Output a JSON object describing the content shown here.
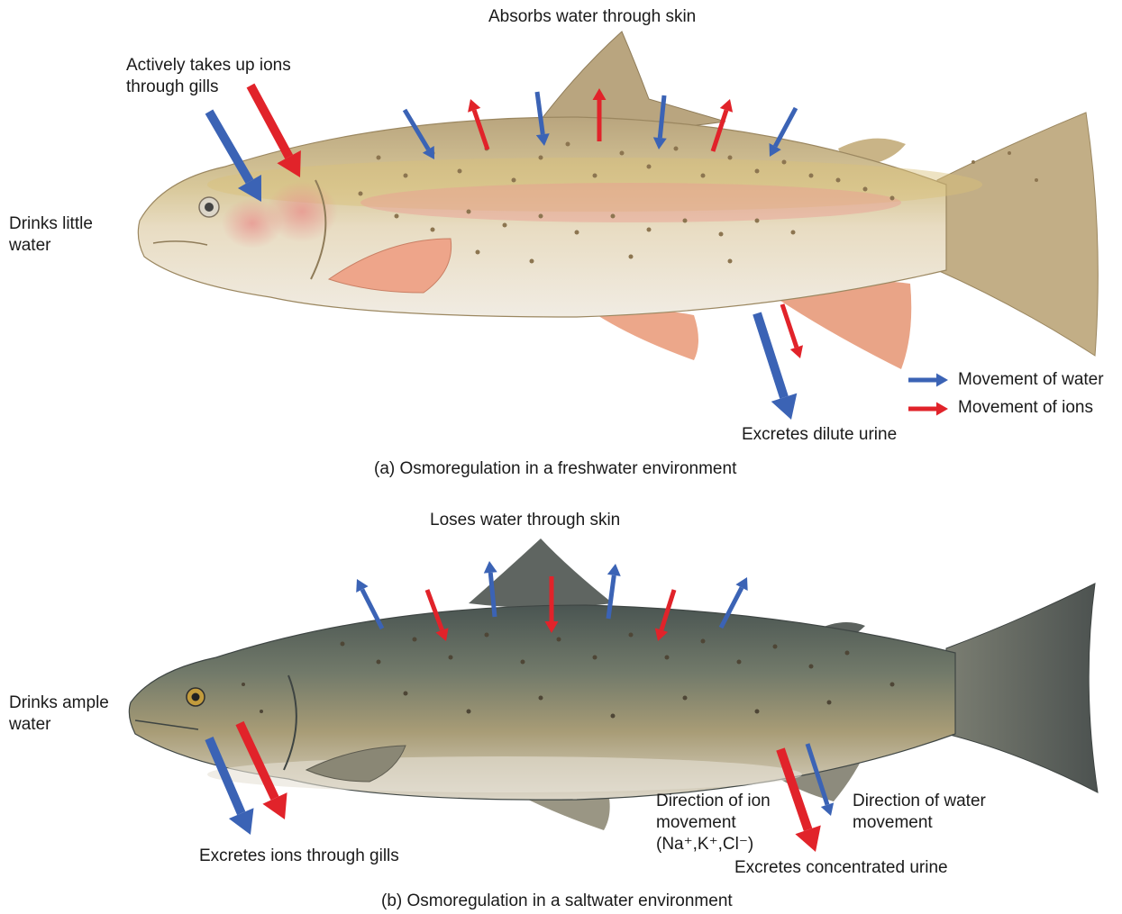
{
  "panel_a": {
    "top_label": "Absorbs water through skin",
    "gills_label": "Actively takes up ions\nthrough gills",
    "drinks_label": "Drinks little\nwater",
    "urine_label": "Excretes dilute urine",
    "caption": "(a) Osmoregulation in a freshwater environment"
  },
  "legend": {
    "water": "Movement of water",
    "ions": "Movement of ions"
  },
  "panel_b": {
    "top_label": "Loses water through skin",
    "drinks_label": "Drinks ample\nwater",
    "gills_label": "Excretes ions through gills",
    "ion_dir_label_1": "Direction of ion",
    "ion_dir_label_2": "movement",
    "ion_formula": "(Na⁺,K⁺,Cl⁻)",
    "water_dir_label": "Direction of water\nmovement",
    "urine_label": "Excretes concentrated urine",
    "caption": "(b) Osmoregulation in a saltwater environment"
  },
  "colors": {
    "water_arrow": "#3b63b5",
    "ion_arrow": "#e1232a"
  }
}
